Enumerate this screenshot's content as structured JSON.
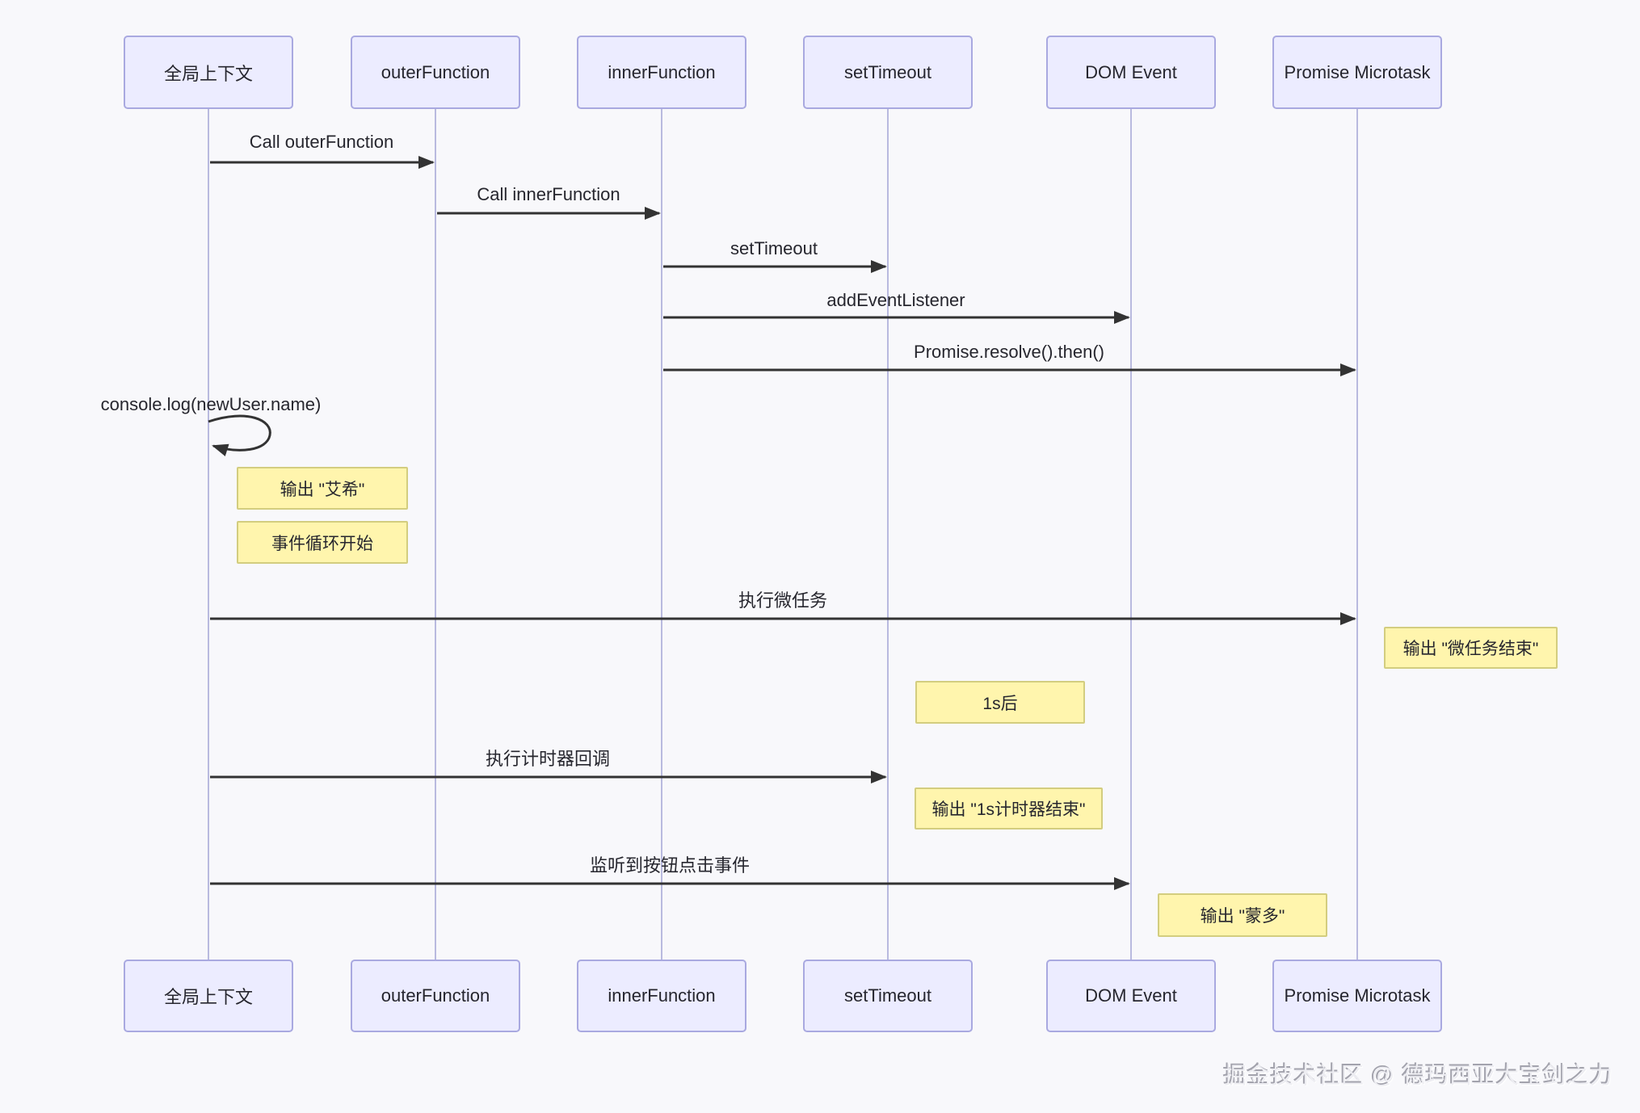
{
  "participants": [
    {
      "id": "global-context",
      "label": "全局上下文"
    },
    {
      "id": "outer-function",
      "label": "outerFunction"
    },
    {
      "id": "inner-function",
      "label": "innerFunction"
    },
    {
      "id": "set-timeout",
      "label": "setTimeout"
    },
    {
      "id": "dom-event",
      "label": "DOM Event"
    },
    {
      "id": "promise-microtask",
      "label": "Promise Microtask"
    }
  ],
  "messages": [
    {
      "from": "全局上下文",
      "to": "outerFunction",
      "label": "Call outerFunction"
    },
    {
      "from": "outerFunction",
      "to": "innerFunction",
      "label": "Call innerFunction"
    },
    {
      "from": "innerFunction",
      "to": "setTimeout",
      "label": "setTimeout"
    },
    {
      "from": "innerFunction",
      "to": "DOM Event",
      "label": "addEventListener"
    },
    {
      "from": "innerFunction",
      "to": "Promise Microtask",
      "label": "Promise.resolve().then()"
    },
    {
      "from": "全局上下文",
      "to": "全局上下文",
      "label": "console.log(newUser.name)",
      "type": "self"
    },
    {
      "from": "全局上下文",
      "to": "Promise Microtask",
      "label": "执行微任务"
    },
    {
      "from": "全局上下文",
      "to": "setTimeout",
      "label": "执行计时器回调"
    },
    {
      "from": "全局上下文",
      "to": "DOM Event",
      "label": "监听到按钮点击事件"
    }
  ],
  "notes": [
    {
      "label": "输出 \"艾希\""
    },
    {
      "label": "事件循环开始"
    },
    {
      "label": "输出 \"微任务结束\""
    },
    {
      "label": "1s后"
    },
    {
      "label": "输出 \"1s计时器结束\""
    },
    {
      "label": "输出 \"蒙多\""
    }
  ],
  "watermark": "掘金技术社区 @ 德玛西亚大宝剑之力",
  "colors": {
    "background": "#f8f8fb",
    "actor_fill": "#ececff",
    "actor_border": "#a9a9e0",
    "lifeline": "#b9badf",
    "note_fill": "#fff5ad",
    "note_border": "#d3cd7f",
    "arrow": "#333333",
    "text": "#26262e"
  }
}
